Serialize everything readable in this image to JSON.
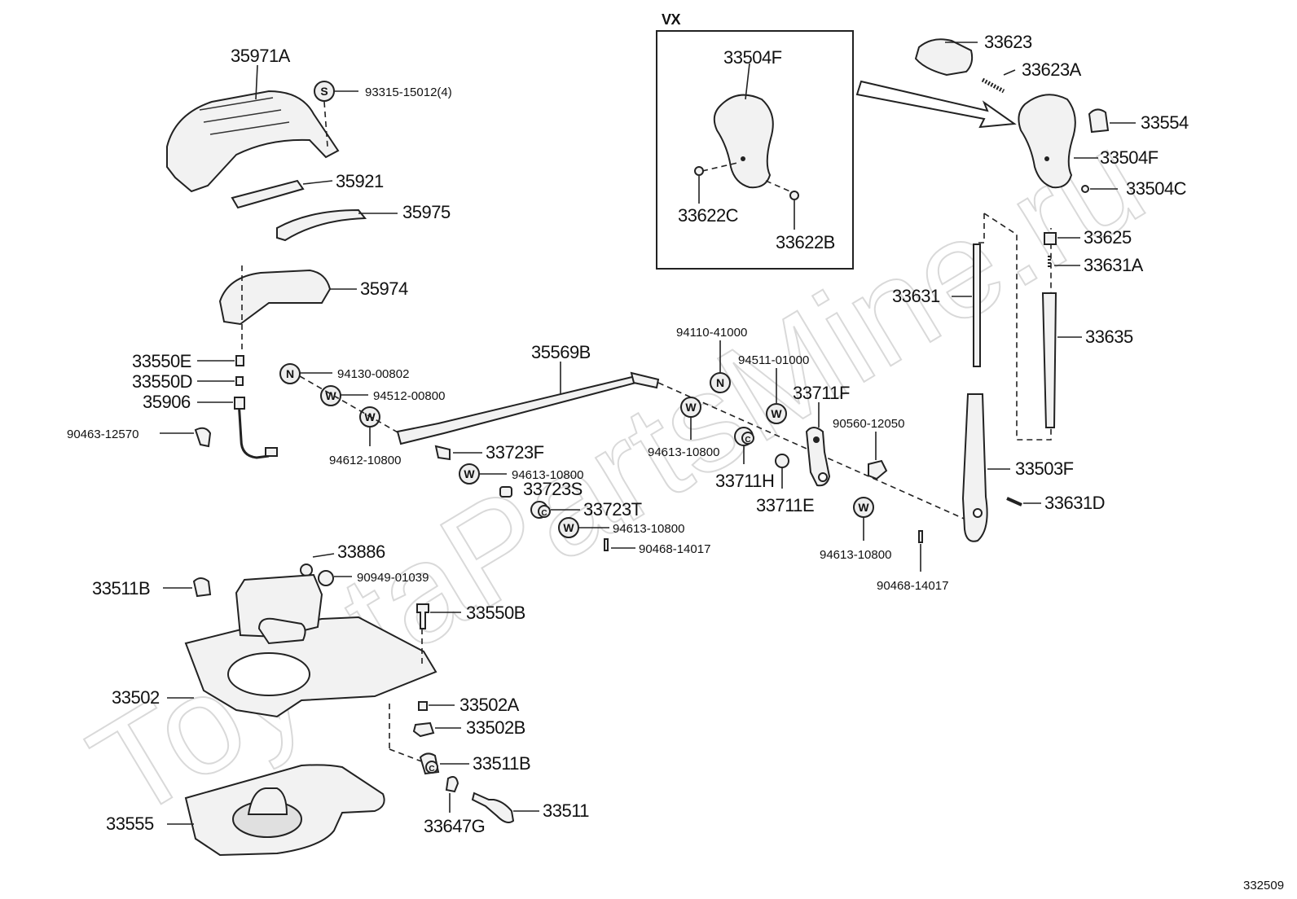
{
  "watermark": "ToyotaPartsMine.ru",
  "diagram_id": "332509",
  "vx_box": {
    "title": "VX",
    "labels": {
      "knob": "33504F",
      "screw_left": "33622C",
      "screw_right": "33622B"
    }
  },
  "symbols": {
    "s": "S",
    "n": "N",
    "w": "W",
    "c": "C"
  },
  "labels": {
    "p35971A": "35971A",
    "p93315": "93315-15012(4)",
    "p35921": "35921",
    "p35975": "35975",
    "p35974": "35974",
    "p33550E": "33550E",
    "p33550D": "33550D",
    "p35906": "35906",
    "p90463": "90463-12570",
    "p94130": "94130-00802",
    "p94512": "94512-00800",
    "p94612": "94612-10800",
    "p35569B": "35569B",
    "p33723F": "33723F",
    "p94613a": "94613-10800",
    "p33723S": "33723S",
    "p33723T": "33723T",
    "p94613b": "94613-10800",
    "p90468a": "90468-14017",
    "p94110": "94110-41000",
    "p94511": "94511-01000",
    "p33711F": "33711F",
    "p94613c": "94613-10800",
    "p33711H": "33711H",
    "p33711E": "33711E",
    "p90560": "90560-12050",
    "p94613d": "94613-10800",
    "p90468b": "90468-14017",
    "p33623": "33623",
    "p33623A": "33623A",
    "p33554": "33554",
    "p33504F": "33504F",
    "p33504C": "33504C",
    "p33631": "33631",
    "p33625": "33625",
    "p33631A": "33631A",
    "p33635": "33635",
    "p33503F": "33503F",
    "p33631D": "33631D",
    "p33886": "33886",
    "p90949": "90949-01039",
    "p33511B_top": "33511B",
    "p33550B": "33550B",
    "p33502": "33502",
    "p33502A": "33502A",
    "p33502B": "33502B",
    "p33511B_bot": "33511B",
    "p33647G": "33647G",
    "p33511": "33511",
    "p33555": "33555"
  }
}
